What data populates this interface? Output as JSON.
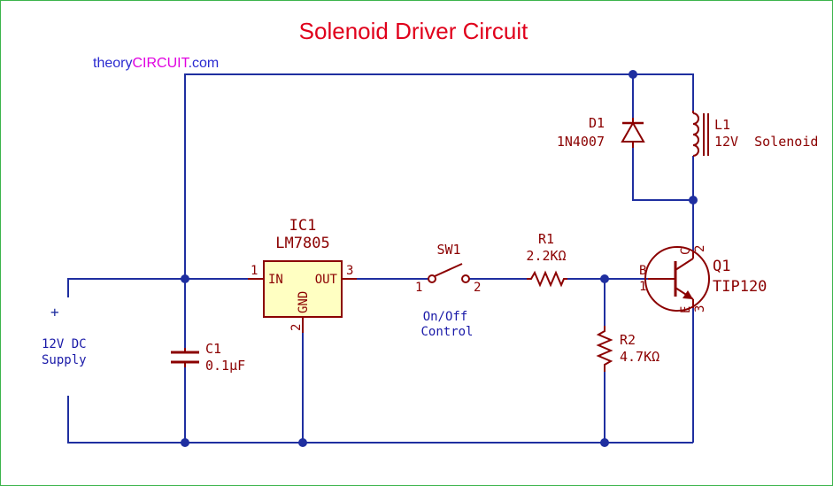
{
  "title": "Solenoid Driver Circuit",
  "brand": {
    "prefix": "theory",
    "highlight": "CIRCUIT",
    "suffix": ".com"
  },
  "supply": {
    "plus": "+",
    "line1": "12V DC",
    "line2": "Supply"
  },
  "c1": {
    "ref": "C1",
    "value": "0.1µF"
  },
  "ic1": {
    "ref": "IC1",
    "value": "LM7805",
    "pin_in_num": "1",
    "pin_in": "IN",
    "pin_out": "OUT",
    "pin_out_num": "3",
    "pin_gnd": "GND",
    "pin_gnd_num": "2"
  },
  "sw1": {
    "ref": "SW1",
    "pin1": "1",
    "pin2": "2",
    "note1": "On/Off",
    "note2": "Control"
  },
  "r1": {
    "ref": "R1",
    "value": "2.2KΩ"
  },
  "r2": {
    "ref": "R2",
    "value": "4.7KΩ"
  },
  "q1": {
    "ref": "Q1",
    "value": "TIP120",
    "base": "B",
    "base_num": "1",
    "coll": "C",
    "coll_num": "2",
    "emit": "E",
    "emit_num": "3"
  },
  "d1": {
    "ref": "D1",
    "value": "1N4007"
  },
  "l1": {
    "ref": "L1",
    "value": "12V  Solenoid"
  },
  "colors": {
    "title": "#e0001b",
    "wire": "#1f2fa0",
    "component": "#8b0000",
    "ic_fill": "#ffffc2",
    "brand_blue": "#2a2ad0",
    "brand_pink": "#e000e0"
  }
}
